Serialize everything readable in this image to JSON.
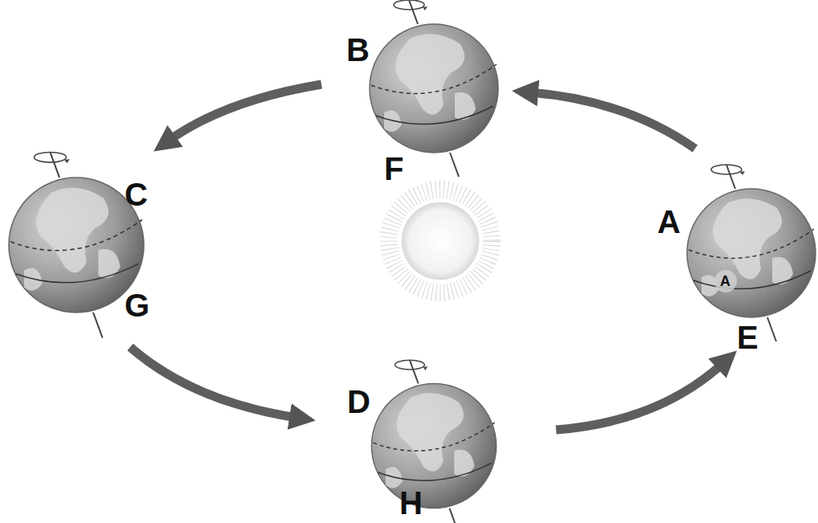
{
  "diagram": {
    "labels": [
      "B",
      "F",
      "C",
      "G",
      "A",
      "A",
      "E",
      "D",
      "H"
    ]
  }
}
